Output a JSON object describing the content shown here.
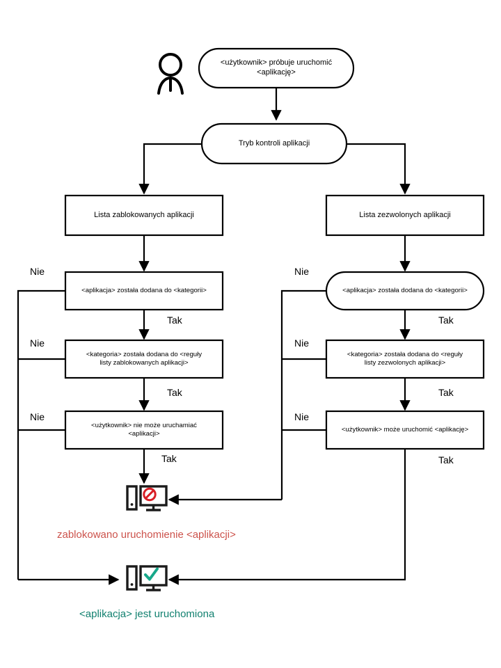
{
  "diagram": {
    "title": "Application Control mode decision flow",
    "colors": {
      "stroke": "#000000",
      "blocked_text": "#cc524b",
      "allowed_text": "#11806f",
      "blocked_icon_mark": "#d91f26",
      "allowed_icon_mark": "#17a88a",
      "background": "#ffffff"
    },
    "actor": {
      "name": "user-actor-icon"
    },
    "nodes": {
      "start": "<użytkownik> próbuje uruchomić <aplikację>",
      "start_line1": "<użytkownik> próbuje uruchomić",
      "start_line2": "<aplikację>",
      "mode": "Tryb kontroli aplikacji",
      "denylist": "Lista zablokowanych aplikacji",
      "allowlist": "Lista zezwolonych aplikacji",
      "left_app_in_category": "<aplikacja> została dodana do <kategorii>",
      "right_app_in_category": "<aplikacja> została dodana do <kategorii>",
      "left_category_in_rule_line1": "<kategoria> została dodana do <reguły",
      "left_category_in_rule_line2": "listy zablokowanych aplikacji>",
      "right_category_in_rule_line1": "<kategoria> została dodana do <reguły",
      "right_category_in_rule_line2": "listy zezwolonych aplikacji>",
      "left_user_cannot_line1": "<użytkownik> nie może uruchamiać",
      "left_user_cannot_line2": "<aplikacji>",
      "right_user_can": "<użytkownik> może uruchomić <aplikację>"
    },
    "edge_labels": {
      "no": "Nie",
      "yes": "Tak"
    },
    "outcomes": {
      "blocked_caption": "zablokowano uruchomienie <aplikacji>",
      "allowed_caption": "<aplikacja> jest uruchomiona",
      "blocked_icon": "computer-blocked-icon",
      "allowed_icon": "computer-allowed-icon"
    }
  }
}
